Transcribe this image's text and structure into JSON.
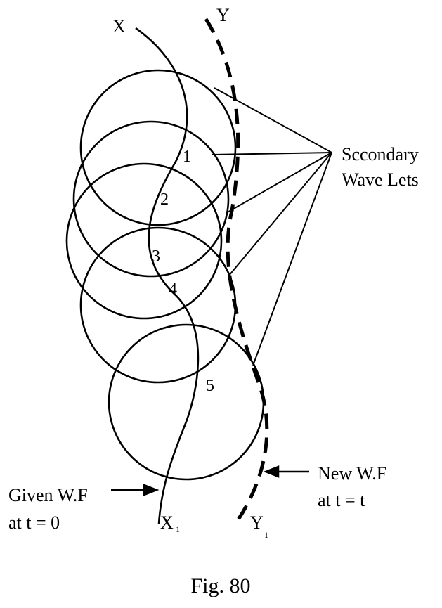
{
  "diagram": {
    "front_start_label": "X",
    "front_end_label": "X",
    "front_end_subscript": "1",
    "new_front_start_label": "Y",
    "new_front_end_label": "Y",
    "new_front_end_subscript": "1",
    "wavelet_numbers": [
      "1",
      "2",
      "3",
      "4",
      "5"
    ],
    "callout_secondary": [
      "Sccondary",
      "Wave Lets"
    ],
    "callout_given": [
      "Given W.F",
      "at t = 0"
    ],
    "callout_new": [
      "New W.F",
      "at t = t"
    ],
    "caption": "Fig. 80"
  }
}
